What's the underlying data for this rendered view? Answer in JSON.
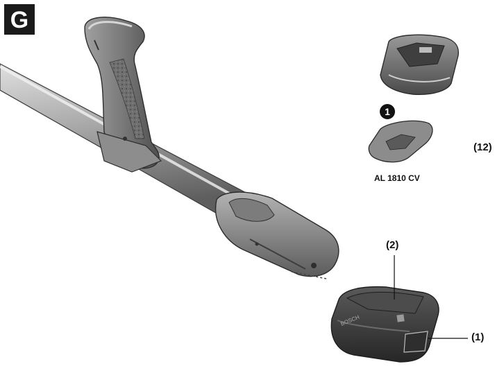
{
  "figure": {
    "letter": "G",
    "step_number": "1",
    "model_label": "AL 1810 CV",
    "callouts": {
      "battery_release": "(1)",
      "battery_pack": "(2)",
      "charger": "(12)"
    }
  },
  "colors": {
    "tube_dark": "#6e6e6e",
    "tube_light": "#c9c9c9",
    "housing": "#8a8a8a",
    "battery_dark": "#3a3a3a",
    "outline": "#2b2b2b"
  }
}
